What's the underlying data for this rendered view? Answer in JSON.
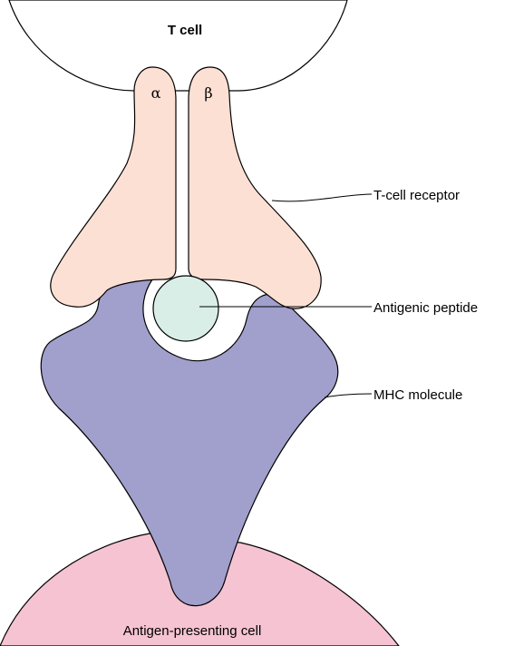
{
  "labels": {
    "t_cell": "T cell",
    "alpha": "α",
    "beta": "β",
    "t_cell_receptor": "T-cell receptor",
    "antigenic_peptide": "Antigenic peptide",
    "mhc_molecule": "MHC molecule",
    "antigen_presenting_cell": "Antigen-presenting cell"
  },
  "colors": {
    "tcr_fill": "#fde0d4",
    "mhc_fill": "#a19fcb",
    "peptide_fill": "#d9eee6",
    "apc_fill": "#f5c3d2",
    "outline": "#000000"
  }
}
